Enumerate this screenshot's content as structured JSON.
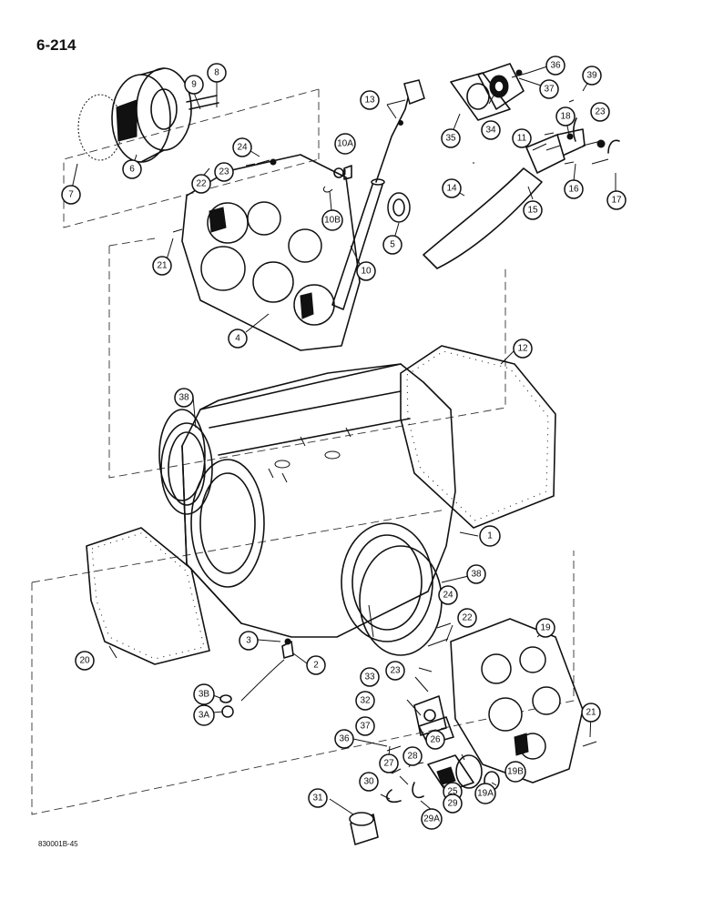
{
  "page": {
    "number": "6-214",
    "figure_code": "830001B-45"
  },
  "callouts": [
    {
      "label": "1"
    },
    {
      "label": "2"
    },
    {
      "label": "3"
    },
    {
      "label": "3A"
    },
    {
      "label": "3B"
    },
    {
      "label": "4"
    },
    {
      "label": "5"
    },
    {
      "label": "6"
    },
    {
      "label": "7"
    },
    {
      "label": "8"
    },
    {
      "label": "9"
    },
    {
      "label": "10"
    },
    {
      "label": "10A"
    },
    {
      "label": "10B"
    },
    {
      "label": "11"
    },
    {
      "label": "12"
    },
    {
      "label": "13"
    },
    {
      "label": "14"
    },
    {
      "label": "15"
    },
    {
      "label": "16"
    },
    {
      "label": "17"
    },
    {
      "label": "18"
    },
    {
      "label": "19"
    },
    {
      "label": "19A"
    },
    {
      "label": "19B"
    },
    {
      "label": "20"
    },
    {
      "label": "21"
    },
    {
      "label": "21"
    },
    {
      "label": "22"
    },
    {
      "label": "22"
    },
    {
      "label": "23"
    },
    {
      "label": "23"
    },
    {
      "label": "23"
    },
    {
      "label": "24"
    },
    {
      "label": "24"
    },
    {
      "label": "25"
    },
    {
      "label": "26"
    },
    {
      "label": "27"
    },
    {
      "label": "28"
    },
    {
      "label": "29"
    },
    {
      "label": "29A"
    },
    {
      "label": "30"
    },
    {
      "label": "31"
    },
    {
      "label": "32"
    },
    {
      "label": "33"
    },
    {
      "label": "34"
    },
    {
      "label": "35"
    },
    {
      "label": "36"
    },
    {
      "label": "36"
    },
    {
      "label": "37"
    },
    {
      "label": "37"
    },
    {
      "label": "38"
    },
    {
      "label": "38"
    },
    {
      "label": "39"
    }
  ]
}
